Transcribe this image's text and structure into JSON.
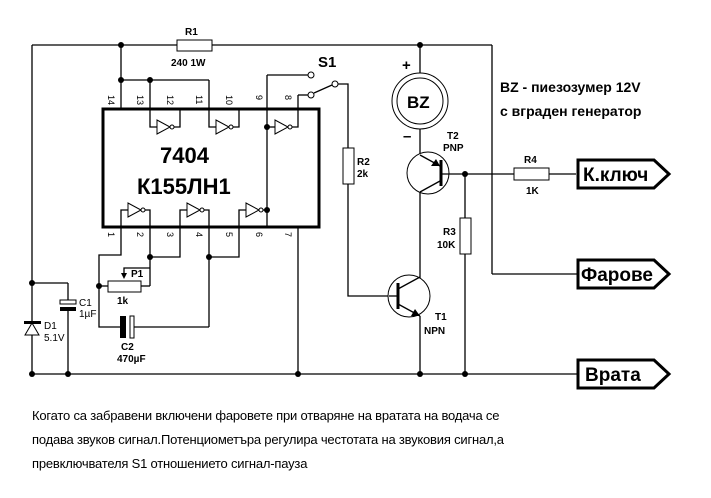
{
  "ic": {
    "model": "7404",
    "model_alt": "К155ЛН1",
    "pins_top": [
      "14",
      "13",
      "12",
      "11",
      "10",
      "9",
      "8"
    ],
    "pins_bottom": [
      "1",
      "2",
      "3",
      "4",
      "5",
      "6",
      "7"
    ]
  },
  "components": {
    "r1": {
      "name": "R1",
      "value": "240  1W"
    },
    "r2": {
      "name": "R2",
      "value": "2k"
    },
    "r3": {
      "name": "R3",
      "value": "10K"
    },
    "r4": {
      "name": "R4",
      "value": "1K"
    },
    "p1": {
      "name": "P1",
      "value": "1k"
    },
    "c1": {
      "name": "C1",
      "value": "1µF"
    },
    "c2": {
      "name": "C2",
      "value": "470µF"
    },
    "d1": {
      "name": "D1",
      "value": "5.1V"
    },
    "t1": {
      "name": "T1",
      "type": "NPN"
    },
    "t2": {
      "name": "T2",
      "type": "PNP"
    },
    "s1": {
      "name": "S1"
    },
    "bz": {
      "name": "BZ",
      "plus": "+",
      "minus": "–"
    }
  },
  "note": {
    "line1": "BZ - пиезозумер 12V",
    "line2": "с вграден генератор"
  },
  "connectors": {
    "ignition": "К.ключ",
    "headlights": "Фарове",
    "door": "Врата"
  },
  "caption": [
    "Когато са забравени включени фаровете при отваряне на вратата на водача се",
    "подава звуков сигнал.Потенциометъра регулира честотата на звуковия сигнал,а",
    "превключвателя S1 отношението сигнал-пауза"
  ]
}
